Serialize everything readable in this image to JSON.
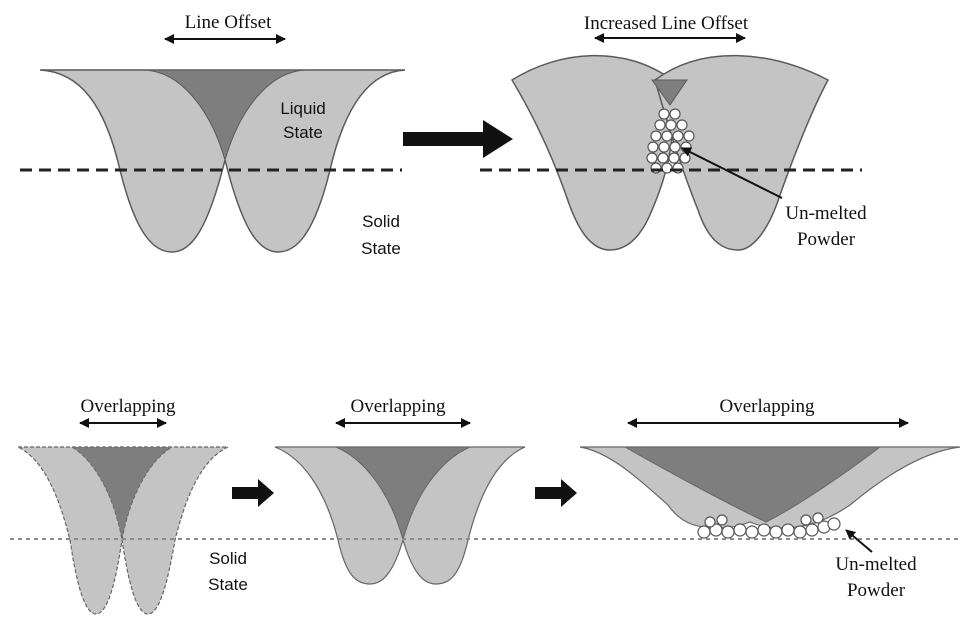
{
  "colors": {
    "solid_fill": "#c4c4c4",
    "liquid_fill": "#7e7e7e",
    "outline": "#5a5a5a",
    "arrow": "#111111",
    "powder_fill": "#ffffff"
  },
  "top_left": {
    "offset_label": "Line Offset",
    "liquid_label_line1": "Liquid",
    "liquid_label_line2": "State",
    "solid_label_line1": "Solid",
    "solid_label_line2": "State"
  },
  "top_right": {
    "offset_label": "Increased Line Offset",
    "powder_label_line1": "Un-melted",
    "powder_label_line2": "Powder"
  },
  "bottom": {
    "panel1_label": "Overlapping",
    "panel2_label": "Overlapping",
    "panel3_label": "Overlapping",
    "solid_label_line1": "Solid",
    "solid_label_line2": "State",
    "powder_label_line1": "Un-melted",
    "powder_label_line2": "Powder"
  },
  "icons": [
    "double-arrow-icon",
    "process-arrow-icon",
    "leader-arrow-icon",
    "powder-particle-icon"
  ]
}
